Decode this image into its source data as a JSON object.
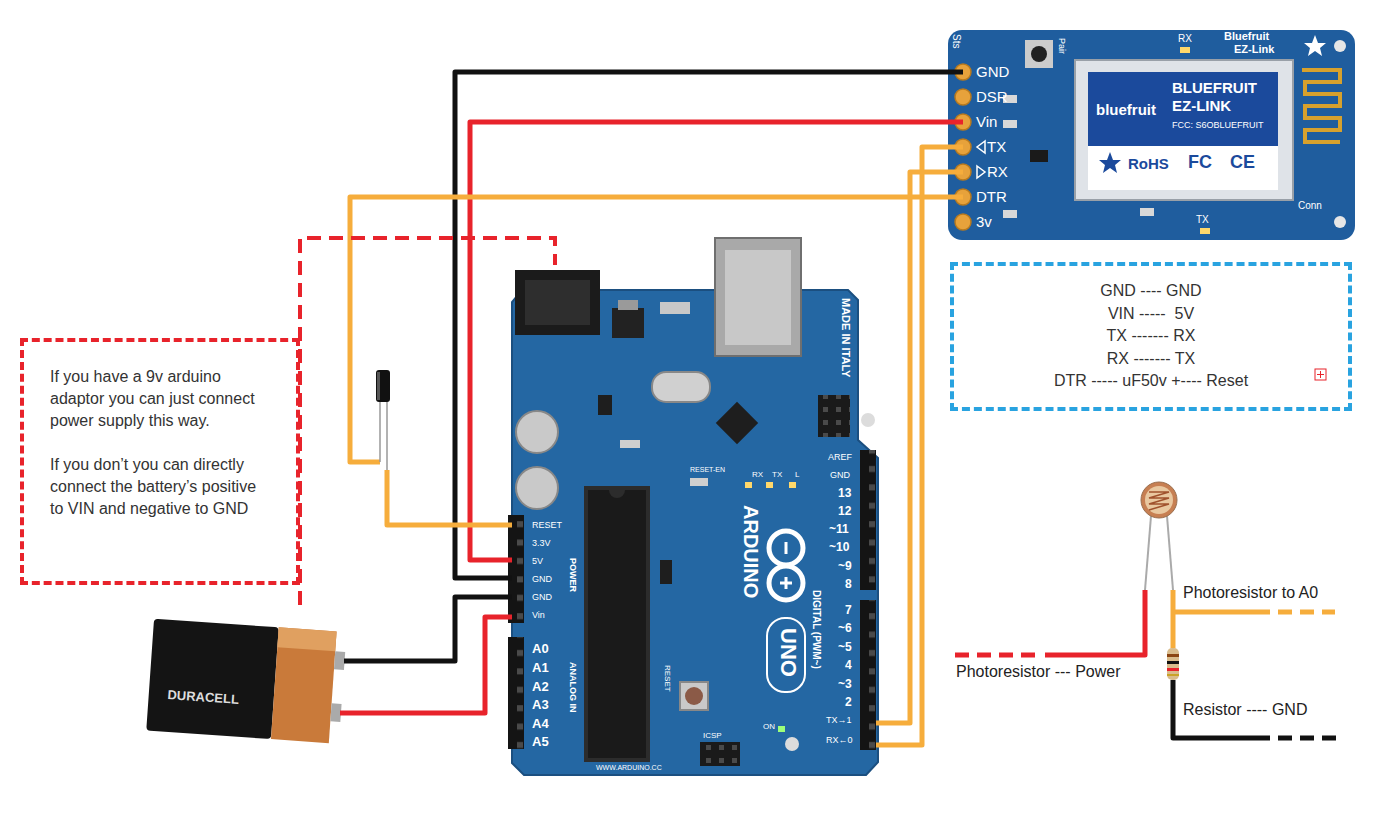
{
  "diagram": {
    "nodes": [
      {
        "text": [
          "If you have a 9v arduino adaptor you can just connect power supply this way.",
          "If you don’t you can directly connect the battery’s positive to VIN and negative to GND"
        ]
      },
      {
        "text": [
          "GND ---- GND",
          "VIN -----  5V",
          "TX ------- RX",
          "RX ------- TX",
          "DTR ----- uF50v +---- Reset"
        ]
      }
    ],
    "labels": [
      "Sts",
      "GND",
      "DSR",
      "Vin",
      "TX",
      "RX",
      "DTR",
      "3v",
      "Pair",
      "Bluefruit",
      "EZ-Link",
      "bluefruit",
      "BLUEFRUIT",
      "EZ-LINK",
      "FCC: S6OBLUEFRUIT",
      "RoHS",
      "FC",
      "CE",
      "Conn",
      "TX",
      "RX",
      "MADE IN ITALY",
      "RESET",
      "3.3V",
      "5V",
      "GND",
      "GND",
      "Vin",
      "POWER",
      "A0",
      "A1",
      "A2",
      "A3",
      "A4",
      "A5",
      "ANALOG IN",
      "AREF",
      "GND",
      "13",
      "12",
      "~11",
      "~10",
      "~9",
      "8",
      "7",
      "~6",
      "~5",
      "4",
      "~3",
      "2",
      "TX→1",
      "RX←0",
      "DIGITAL (PWM~)",
      "ARDUINO",
      "UNO",
      "WWW.ARDUINO.CC",
      "RESET",
      "ICSP",
      "ON",
      "RESET-EN",
      "L",
      "TX",
      "RX",
      "DURACELL",
      "Photoresistor to A0",
      "Photoresistor --- Power",
      "Resistor ---- GND"
    ]
  }
}
